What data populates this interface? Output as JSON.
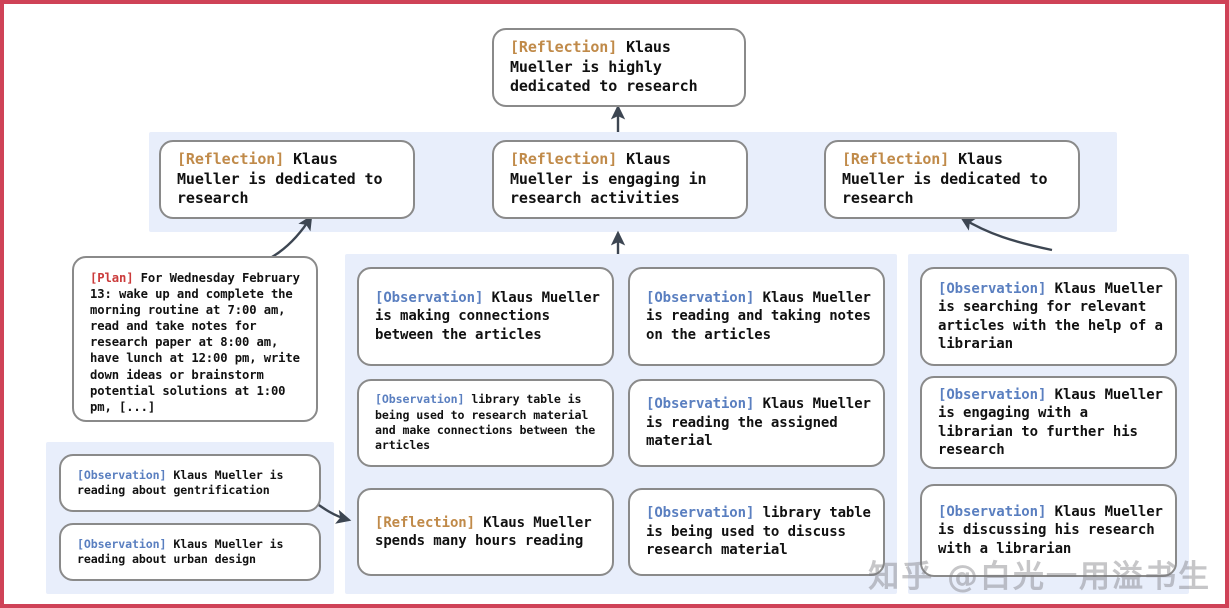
{
  "figure": {
    "border_color": "#cf4257",
    "panel_color": "#e8eefb",
    "node_border_color": "#8a8a8a",
    "tag_colors": {
      "reflection": "#c08a49",
      "observation": "#5a7fc0",
      "plan": "#cb3b3b"
    }
  },
  "nodes": {
    "top_reflection": {
      "tag": "[Reflection]",
      "text": " Klaus Mueller is highly dedicated to research"
    },
    "mid_reflection_left": {
      "tag": "[Reflection]",
      "text": " Klaus Mueller is dedicated to research"
    },
    "mid_reflection_center": {
      "tag": "[Reflection]",
      "text": " Klaus Mueller is engaging in research activities"
    },
    "mid_reflection_right": {
      "tag": "[Reflection]",
      "text": " Klaus Mueller is dedicated to research"
    },
    "plan": {
      "tag": "[Plan]",
      "text": " For Wednesday February 13: wake up and complete the morning routine at 7:00 am, read and take notes for research paper at 8:00 am, have lunch at 12:00 pm, write down ideas or brainstorm potential solutions at 1:00 pm, [...]"
    },
    "obs_bottom_left_1": {
      "tag": "[Observation]",
      "text": " Klaus Mueller is reading about gentrification"
    },
    "obs_bottom_left_2": {
      "tag": "[Observation]",
      "text": " Klaus Mueller is reading about urban design"
    },
    "col1_obs_1": {
      "tag": "[Observation]",
      "text": " Klaus Mueller is making connections between the articles"
    },
    "col1_obs_2": {
      "tag": "[Observation]",
      "text": " library table is being used to research material and make connections between the articles"
    },
    "col1_reflection_3": {
      "tag": "[Reflection]",
      "text": " Klaus Mueller spends many hours reading"
    },
    "col2_obs_1": {
      "tag": "[Observation]",
      "text": " Klaus Mueller is reading and taking notes on the articles"
    },
    "col2_obs_2": {
      "tag": "[Observation]",
      "text": " Klaus Mueller is reading the assigned material"
    },
    "col2_obs_3": {
      "tag": "[Observation]",
      "text": " library table is being used to discuss research material"
    },
    "col3_obs_1": {
      "tag": "[Observation]",
      "text": " Klaus Mueller is searching for relevant articles with the help of a librarian"
    },
    "col3_obs_2": {
      "tag": "[Observation]",
      "text": " Klaus Mueller is engaging with a librarian to further his research"
    },
    "col3_obs_3": {
      "tag": "[Observation]",
      "text": " Klaus Mueller is discussing his research with a librarian"
    }
  },
  "watermark": {
    "text": "知乎 @白光一用溢书生"
  }
}
